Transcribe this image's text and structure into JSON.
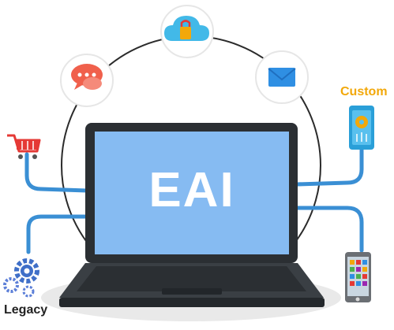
{
  "labels": {
    "center": "EAI",
    "top_right": "Custom",
    "bottom_left": "Legacy"
  },
  "icons": [
    "cloud-lock-icon",
    "chat-bubbles-icon",
    "mail-envelope-icon",
    "shopping-cart-icon",
    "settings-phone-icon",
    "mobile-apps-phone-icon",
    "gears-icon"
  ],
  "colors": {
    "accent_orange": "#f2a80a",
    "connector_blue": "#3a8fd4",
    "screen_blue": "#86bbf2",
    "laptop_dark": "#2b2f33",
    "text_dark": "#222222"
  }
}
